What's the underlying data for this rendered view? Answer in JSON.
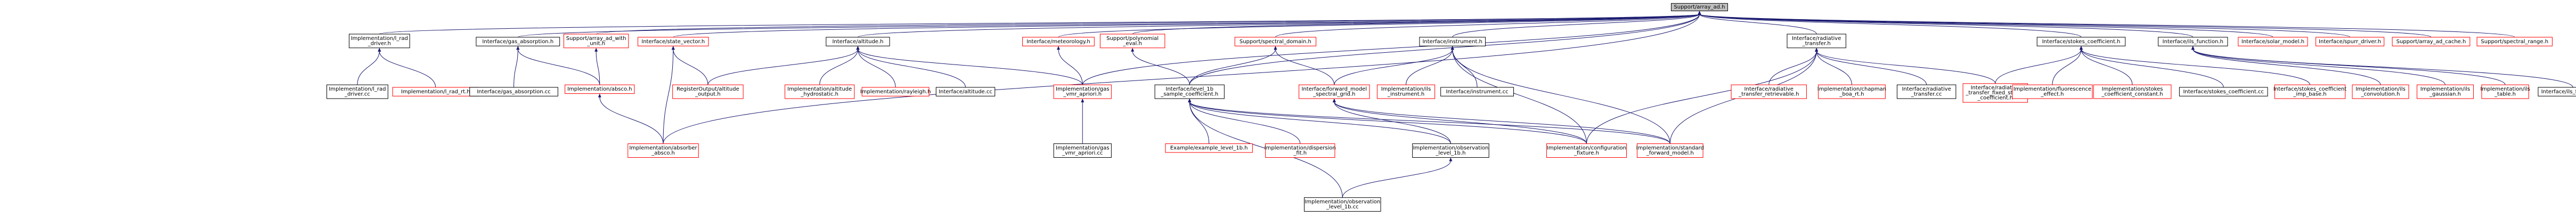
{
  "colors": {
    "root_fill": "#bfbfbf",
    "root_stroke": "#000000",
    "normal_stroke": "#000000",
    "missing_stroke": "#ff0000",
    "node_fill": "#ffffff",
    "edge": "#191970"
  },
  "nodes": [
    {
      "id": "root",
      "lines": [
        "Support/array_ad.h"
      ],
      "kind": "root"
    },
    {
      "id": "impl_rad_driver_h",
      "lines": [
        "Implementation/l_rad",
        "_driver.h"
      ],
      "kind": "normal"
    },
    {
      "id": "impl_rad_driver_cc",
      "lines": [
        "Implementation/l_rad",
        "_driver.cc"
      ],
      "kind": "normal"
    },
    {
      "id": "impl_rad_rt",
      "lines": [
        "Implementation/l_rad_rt.h"
      ],
      "kind": "missing"
    },
    {
      "id": "gas_absorption_h",
      "lines": [
        "Interface/gas_absorption.h"
      ],
      "kind": "normal"
    },
    {
      "id": "gas_absorption_cc",
      "lines": [
        "Interface/gas_absorption.cc"
      ],
      "kind": "normal"
    },
    {
      "id": "array_ad_unit",
      "lines": [
        "Support/array_ad_with",
        "_unit.h"
      ],
      "kind": "missing"
    },
    {
      "id": "impl_absco",
      "lines": [
        "Implementation/absco.h"
      ],
      "kind": "missing"
    },
    {
      "id": "impl_absorber_absco",
      "lines": [
        "Implementation/absorber",
        "_absco.h"
      ],
      "kind": "missing"
    },
    {
      "id": "state_vector",
      "lines": [
        "Interface/state_vector.h"
      ],
      "kind": "missing"
    },
    {
      "id": "register_output",
      "lines": [
        "RegisterOutput/altitude",
        "_output.h"
      ],
      "kind": "missing"
    },
    {
      "id": "altitude_h",
      "lines": [
        "Interface/altitude.h"
      ],
      "kind": "normal"
    },
    {
      "id": "altitude_hydrostatic",
      "lines": [
        "Implementation/altitude",
        "_hydrostatic.h"
      ],
      "kind": "missing"
    },
    {
      "id": "rayleigh",
      "lines": [
        "Implementation/rayleigh.h"
      ],
      "kind": "missing"
    },
    {
      "id": "altitude_cc",
      "lines": [
        "Interface/altitude.cc"
      ],
      "kind": "normal"
    },
    {
      "id": "gas_vmr_apriori_h",
      "lines": [
        "Implementation/gas",
        "_vmr_apriori.h"
      ],
      "kind": "missing"
    },
    {
      "id": "gas_vmr_apriori_cc",
      "lines": [
        "Implementation/gas",
        "_vmr_apriori.cc"
      ],
      "kind": "normal"
    },
    {
      "id": "meteorology",
      "lines": [
        "Interface/meteorology.h"
      ],
      "kind": "missing"
    },
    {
      "id": "polynomial_eval",
      "lines": [
        "Support/polynomial",
        "_eval.h"
      ],
      "kind": "missing"
    },
    {
      "id": "level_1b_sample",
      "lines": [
        "Interface/level_1b",
        "_sample_coefficient.h"
      ],
      "kind": "normal"
    },
    {
      "id": "example_level_1b",
      "lines": [
        "Example/example_level_1b.h"
      ],
      "kind": "missing"
    },
    {
      "id": "dispersion_fit",
      "lines": [
        "Implementation/dispersion",
        "_fit.h"
      ],
      "kind": "missing"
    },
    {
      "id": "spectral_domain",
      "lines": [
        "Support/spectral_domain.h"
      ],
      "kind": "missing"
    },
    {
      "id": "forward_model_spectral_grid",
      "lines": [
        "Interface/forward_model",
        "_spectral_grid.h"
      ],
      "kind": "missing"
    },
    {
      "id": "observation_level_1b_h",
      "lines": [
        "Implementation/observation",
        "_level_1b.h"
      ],
      "kind": "normal"
    },
    {
      "id": "observation_level_1b_cc",
      "lines": [
        "Implementation/observation",
        "_level_1b.cc"
      ],
      "kind": "normal"
    },
    {
      "id": "instrument_h",
      "lines": [
        "Interface/instrument.h"
      ],
      "kind": "normal"
    },
    {
      "id": "ils_instrument",
      "lines": [
        "Implementation/ils",
        "_instrument.h"
      ],
      "kind": "missing"
    },
    {
      "id": "configuration_fixture",
      "lines": [
        "Implementation/configuration",
        "_fixture.h"
      ],
      "kind": "missing"
    },
    {
      "id": "instrument_cc",
      "lines": [
        "Interface/instrument.cc"
      ],
      "kind": "normal"
    },
    {
      "id": "standard_forward_model",
      "lines": [
        "Implementation/standard",
        "_forward_model.h"
      ],
      "kind": "missing"
    },
    {
      "id": "radiative_transfer",
      "lines": [
        "Interface/radiative",
        "_transfer.h"
      ],
      "kind": "normal"
    },
    {
      "id": "radiative_transfer_retrievable",
      "lines": [
        "Interface/radiative",
        "_transfer_retrievable.h"
      ],
      "kind": "missing"
    },
    {
      "id": "chapman_boa_rt",
      "lines": [
        "Implementation/chapman",
        "_boa_rt.h"
      ],
      "kind": "missing"
    },
    {
      "id": "radiative_transfer_cc",
      "lines": [
        "Interface/radiative",
        "_transfer.cc"
      ],
      "kind": "normal"
    },
    {
      "id": "rt_fixed_stokes",
      "lines": [
        "Interface/radiative",
        "_transfer_fixed_stokes",
        "_coefficient.h"
      ],
      "kind": "missing"
    },
    {
      "id": "stokes_coefficient_h",
      "lines": [
        "Interface/stokes_coefficient.h"
      ],
      "kind": "normal"
    },
    {
      "id": "fluorescence_effect",
      "lines": [
        "Implementation/fluorescence",
        "_effect.h"
      ],
      "kind": "missing"
    },
    {
      "id": "stokes_coefficient_constant",
      "lines": [
        "Implementation/stokes",
        "_coefficient_constant.h"
      ],
      "kind": "missing"
    },
    {
      "id": "stokes_coefficient_cc",
      "lines": [
        "Interface/stokes_coefficient.cc"
      ],
      "kind": "normal"
    },
    {
      "id": "stokes_coefficient_imp_base",
      "lines": [
        "Interface/stokes_coefficient",
        "_imp_base.h"
      ],
      "kind": "missing"
    },
    {
      "id": "ils_function_h",
      "lines": [
        "Interface/ils_function.h"
      ],
      "kind": "normal"
    },
    {
      "id": "ils_convolution",
      "lines": [
        "Implementation/ils",
        "_convolution.h"
      ],
      "kind": "missing"
    },
    {
      "id": "ils_gaussian",
      "lines": [
        "Implementation/ils",
        "_gaussian.h"
      ],
      "kind": "missing"
    },
    {
      "id": "ils_table",
      "lines": [
        "Implementation/ils",
        "_table.h"
      ],
      "kind": "missing"
    },
    {
      "id": "ils_function_cc",
      "lines": [
        "Interface/ils_function.cc"
      ],
      "kind": "normal"
    },
    {
      "id": "solar_model",
      "lines": [
        "Interface/solar_model.h"
      ],
      "kind": "missing"
    },
    {
      "id": "spurr_driver",
      "lines": [
        "Interface/spurr_driver.h"
      ],
      "kind": "missing"
    },
    {
      "id": "array_ad_cache",
      "lines": [
        "Support/array_ad_cache.h"
      ],
      "kind": "missing"
    },
    {
      "id": "spectral_range",
      "lines": [
        "Support/spectral_range.h"
      ],
      "kind": "missing"
    }
  ],
  "edges": [
    [
      "root",
      "impl_rad_driver_h"
    ],
    [
      "root",
      "gas_absorption_h"
    ],
    [
      "root",
      "array_ad_unit"
    ],
    [
      "root",
      "state_vector"
    ],
    [
      "root",
      "altitude_h"
    ],
    [
      "root",
      "meteorology"
    ],
    [
      "root",
      "polynomial_eval"
    ],
    [
      "root",
      "spectral_domain"
    ],
    [
      "root",
      "instrument_h"
    ],
    [
      "root",
      "radiative_transfer"
    ],
    [
      "root",
      "stokes_coefficient_h"
    ],
    [
      "root",
      "ils_function_h"
    ],
    [
      "root",
      "solar_model"
    ],
    [
      "root",
      "spurr_driver"
    ],
    [
      "root",
      "array_ad_cache"
    ],
    [
      "root",
      "spectral_range"
    ],
    [
      "root",
      "level_1b_sample"
    ],
    [
      "root",
      "impl_absorber_absco"
    ],
    [
      "root",
      "gas_vmr_apriori_h"
    ],
    [
      "impl_rad_driver_h",
      "impl_rad_driver_cc"
    ],
    [
      "impl_rad_driver_h",
      "impl_rad_rt"
    ],
    [
      "gas_absorption_h",
      "gas_absorption_cc"
    ],
    [
      "gas_absorption_h",
      "impl_absco"
    ],
    [
      "array_ad_unit",
      "impl_absco"
    ],
    [
      "impl_absco",
      "impl_absorber_absco"
    ],
    [
      "state_vector",
      "register_output"
    ],
    [
      "state_vector",
      "impl_absorber_absco"
    ],
    [
      "altitude_h",
      "register_output"
    ],
    [
      "altitude_h",
      "altitude_hydrostatic"
    ],
    [
      "altitude_h",
      "rayleigh"
    ],
    [
      "altitude_h",
      "altitude_cc"
    ],
    [
      "altitude_h",
      "gas_vmr_apriori_h"
    ],
    [
      "meteorology",
      "gas_vmr_apriori_h"
    ],
    [
      "gas_vmr_apriori_h",
      "gas_vmr_apriori_cc"
    ],
    [
      "polynomial_eval",
      "level_1b_sample"
    ],
    [
      "spectral_domain",
      "forward_model_spectral_grid"
    ],
    [
      "spectral_domain",
      "level_1b_sample"
    ],
    [
      "level_1b_sample",
      "example_level_1b"
    ],
    [
      "level_1b_sample",
      "dispersion_fit"
    ],
    [
      "level_1b_sample",
      "observation_level_1b_h"
    ],
    [
      "level_1b_sample",
      "observation_level_1b_cc"
    ],
    [
      "level_1b_sample",
      "configuration_fixture"
    ],
    [
      "level_1b_sample",
      "standard_forward_model"
    ],
    [
      "forward_model_spectral_grid",
      "observation_level_1b_h"
    ],
    [
      "forward_model_spectral_grid",
      "configuration_fixture"
    ],
    [
      "forward_model_spectral_grid",
      "standard_forward_model"
    ],
    [
      "observation_level_1b_h",
      "observation_level_1b_cc"
    ],
    [
      "instrument_h",
      "ils_instrument"
    ],
    [
      "instrument_h",
      "instrument_cc"
    ],
    [
      "instrument_h",
      "configuration_fixture"
    ],
    [
      "instrument_h",
      "standard_forward_model"
    ],
    [
      "instrument_h",
      "forward_model_spectral_grid"
    ],
    [
      "radiative_transfer",
      "radiative_transfer_retrievable"
    ],
    [
      "radiative_transfer",
      "chapman_boa_rt"
    ],
    [
      "radiative_transfer",
      "radiative_transfer_cc"
    ],
    [
      "radiative_transfer",
      "rt_fixed_stokes"
    ],
    [
      "radiative_transfer",
      "standard_forward_model"
    ],
    [
      "radiative_transfer",
      "configuration_fixture"
    ],
    [
      "stokes_coefficient_h",
      "fluorescence_effect"
    ],
    [
      "stokes_coefficient_h",
      "stokes_coefficient_constant"
    ],
    [
      "stokes_coefficient_h",
      "stokes_coefficient_cc"
    ],
    [
      "stokes_coefficient_h",
      "stokes_coefficient_imp_base"
    ],
    [
      "stokes_coefficient_h",
      "rt_fixed_stokes"
    ],
    [
      "ils_function_h",
      "ils_convolution"
    ],
    [
      "ils_function_h",
      "ils_gaussian"
    ],
    [
      "ils_function_h",
      "ils_table"
    ],
    [
      "ils_function_h",
      "ils_function_cc"
    ]
  ]
}
